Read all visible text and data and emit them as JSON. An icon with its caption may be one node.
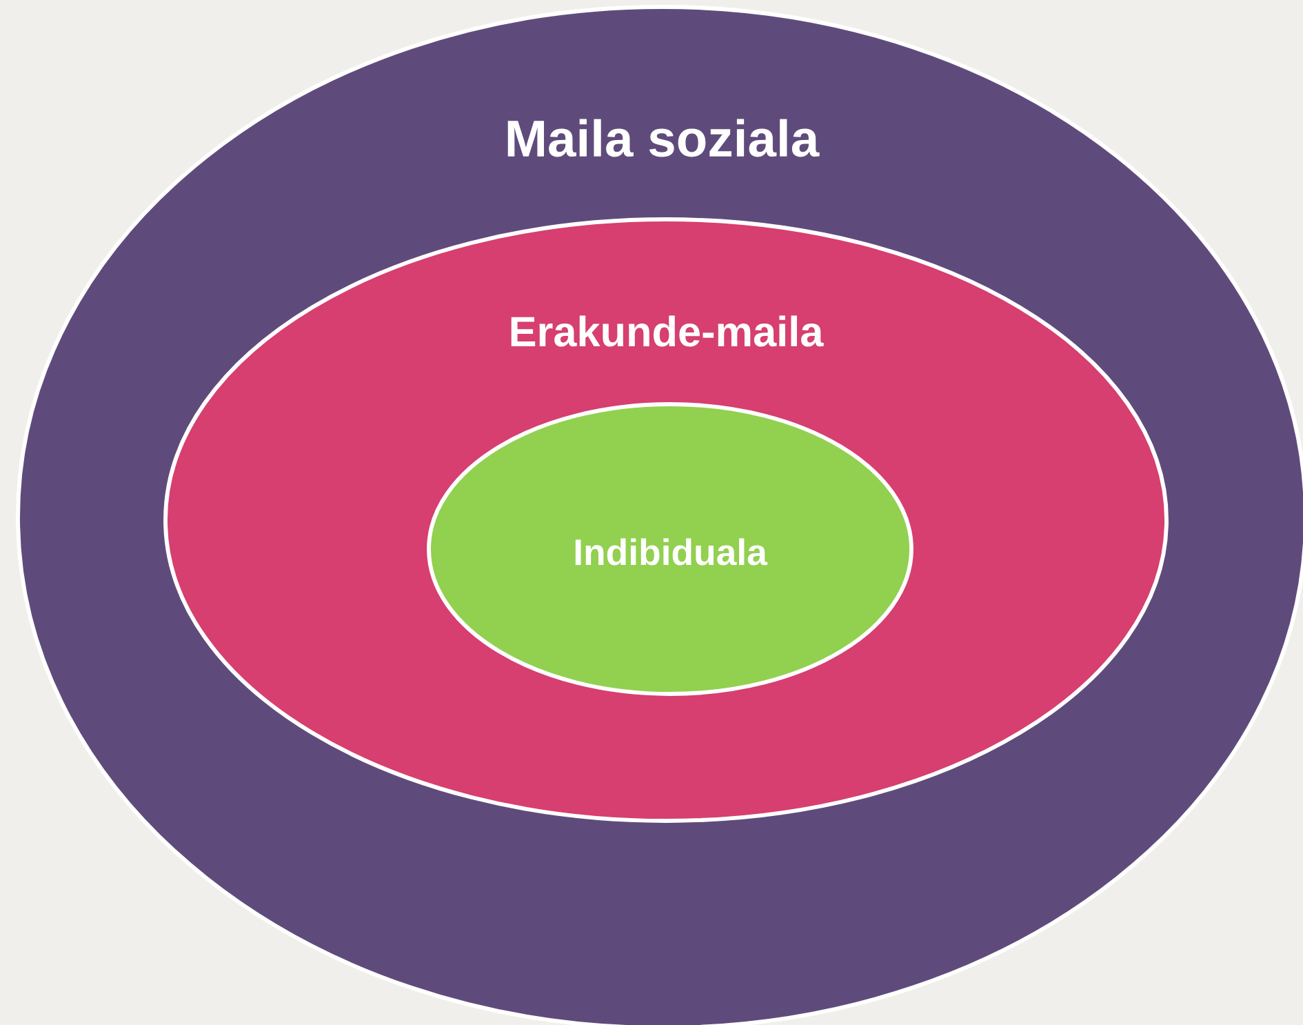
{
  "diagram": {
    "nodes": [
      {
        "text": [
          "Maila soziala"
        ]
      },
      {
        "text": [
          "Erakunde-maila"
        ],
        "in": 0
      },
      {
        "text": [
          "Indibiduala"
        ],
        "in": 1
      }
    ]
  }
}
